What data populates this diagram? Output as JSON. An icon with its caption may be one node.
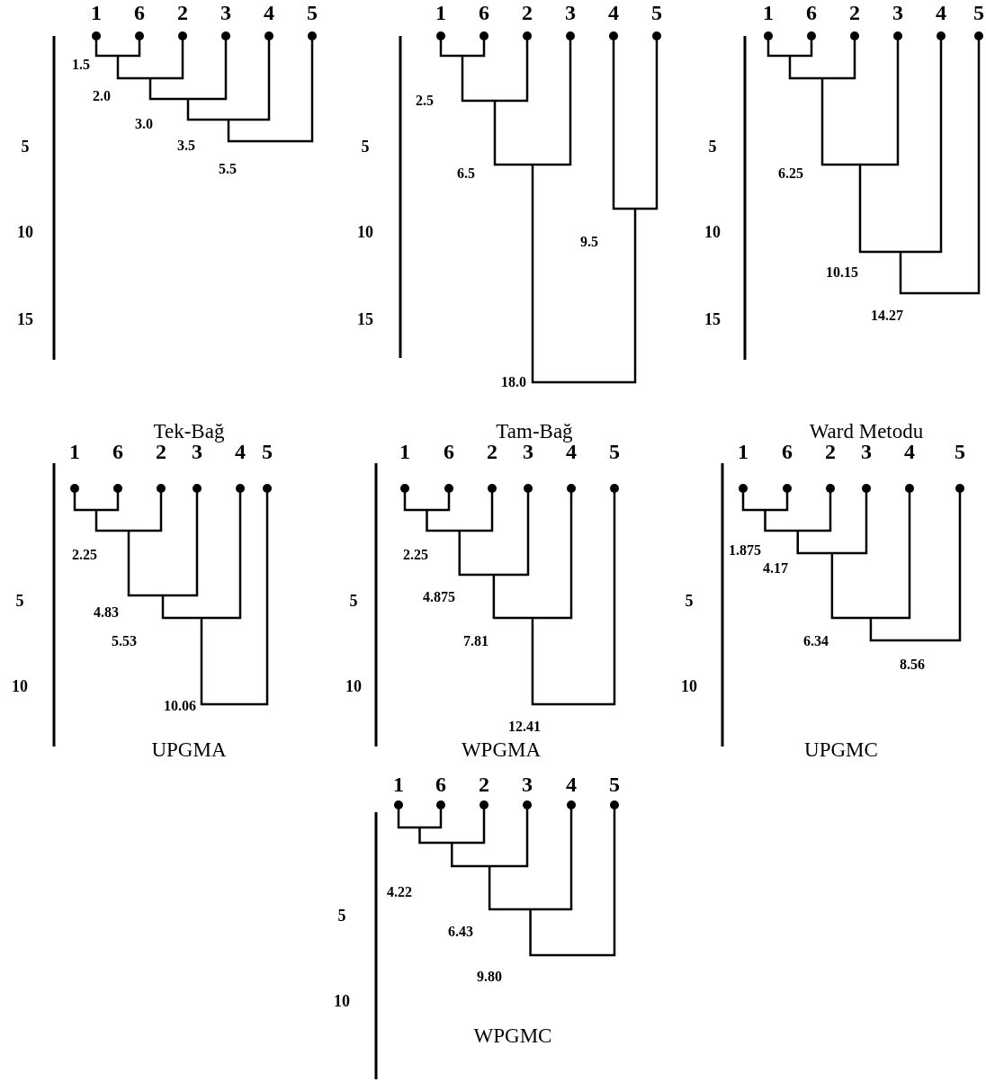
{
  "diagram": {
    "labels": [
      "1",
      "6",
      "2",
      "3",
      "4",
      "5",
      "5",
      "10",
      "15",
      "1.5",
      "2.0",
      "3.0",
      "3.5",
      "5.5",
      "Tek-Bağ",
      "1",
      "6",
      "2",
      "3",
      "4",
      "5",
      "5",
      "10",
      "15",
      "2.5",
      "6.5",
      "9.5",
      "18.0",
      "Tam-Bağ",
      "1",
      "6",
      "2",
      "3",
      "4",
      "5",
      "5",
      "10",
      "15",
      "6.25",
      "10.15",
      "14.27",
      "Ward Metodu",
      "1",
      "6",
      "2",
      "3",
      "4",
      "5",
      "5",
      "10",
      "2.25",
      "4.83",
      "5.53",
      "10.06",
      "UPGMA",
      "1",
      "6",
      "2",
      "3",
      "4",
      "5",
      "5",
      "10",
      "2.25",
      "4.875",
      "7.81",
      "12.41",
      "WPGMA",
      "1",
      "6",
      "2",
      "3",
      "4",
      "5",
      "5",
      "10",
      "1.875",
      "4.17",
      "6.34",
      "8.56",
      "UPGMC",
      "1",
      "6",
      "2",
      "3",
      "4",
      "5",
      "5",
      "10",
      "4.22",
      "6.43",
      "9.80",
      "WPGMC"
    ]
  }
}
